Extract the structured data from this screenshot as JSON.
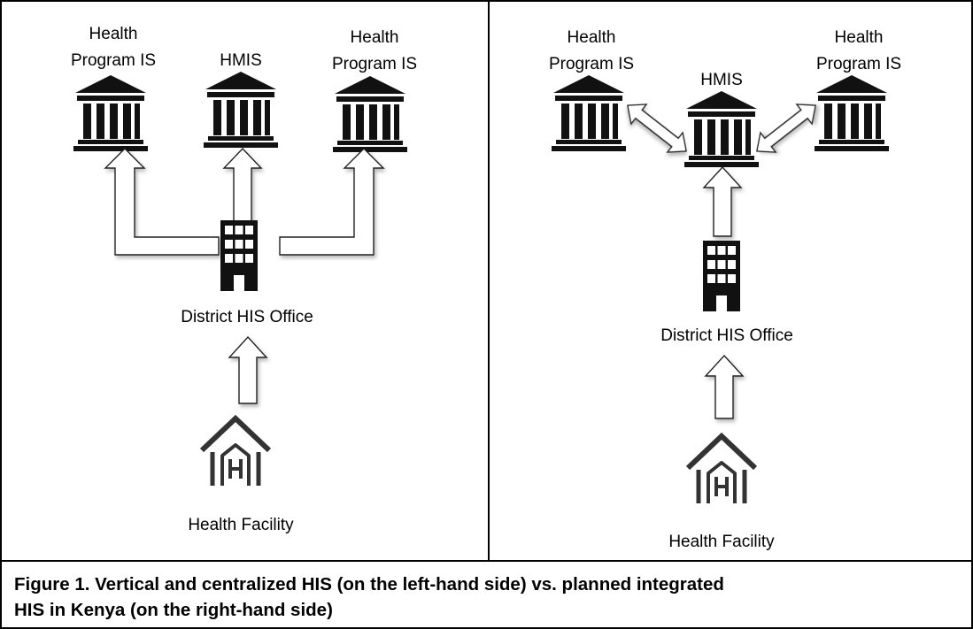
{
  "left_panel": {
    "top_labels": {
      "left": [
        "Health",
        "Program IS"
      ],
      "center": [
        "HMIS"
      ],
      "right": [
        "Health",
        "Program IS"
      ]
    },
    "district_label": "District HIS Office",
    "facility_label": "Health Facility"
  },
  "right_panel": {
    "top_labels": {
      "left": [
        "Health",
        "Program IS"
      ],
      "center": [
        "HMIS"
      ],
      "right": [
        "Health",
        "Program IS"
      ]
    },
    "district_label": "District HIS Office",
    "facility_label": "Health Facility"
  },
  "caption": [
    "Figure 1. Vertical and centralized HIS (on the left-hand side) vs. planned integrated",
    "HIS in Kenya (on the right-hand side)"
  ],
  "icons": {
    "information_system": "government-building-icon",
    "district_office": "office-building-icon",
    "facility": "hospital-house-icon"
  },
  "colors": {
    "border": "#000000",
    "icon": "#111111",
    "arrow_fill": "#ffffff"
  }
}
